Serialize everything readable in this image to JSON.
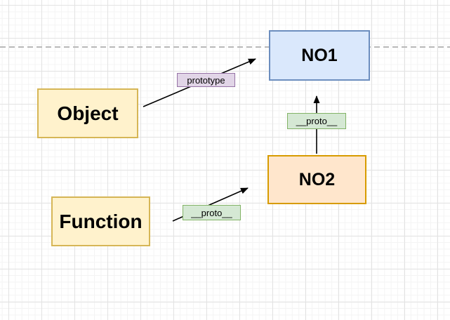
{
  "canvas": {
    "background_color": "#ffffff",
    "grid_minor_color": "#f4f4f4",
    "grid_major_color": "#e3e3e3",
    "dashed_guide_color": "#b9b9b9",
    "edge_color": "#000000"
  },
  "nodes": [
    {
      "id": "object",
      "label": "Object",
      "fill": "#fff2cc",
      "border": "#d6b656"
    },
    {
      "id": "function",
      "label": "Function",
      "fill": "#fff2cc",
      "border": "#d6b656"
    },
    {
      "id": "no1",
      "label": "NO1",
      "fill": "#dae8fc",
      "border": "#6c8ebf"
    },
    {
      "id": "no2",
      "label": "NO2",
      "fill": "#ffe6cc",
      "border": "#d79b00"
    }
  ],
  "edges": [
    {
      "name": "object-to-no1",
      "label": "prototype",
      "label_fill": "#e1d5e7",
      "label_border": "#9673a6"
    },
    {
      "name": "no2-to-no1",
      "label": "__proto__",
      "label_fill": "#d5e8d4",
      "label_border": "#82b366"
    },
    {
      "name": "function-to-no2",
      "label": "__proto__",
      "label_fill": "#d5e8d4",
      "label_border": "#82b366"
    }
  ]
}
